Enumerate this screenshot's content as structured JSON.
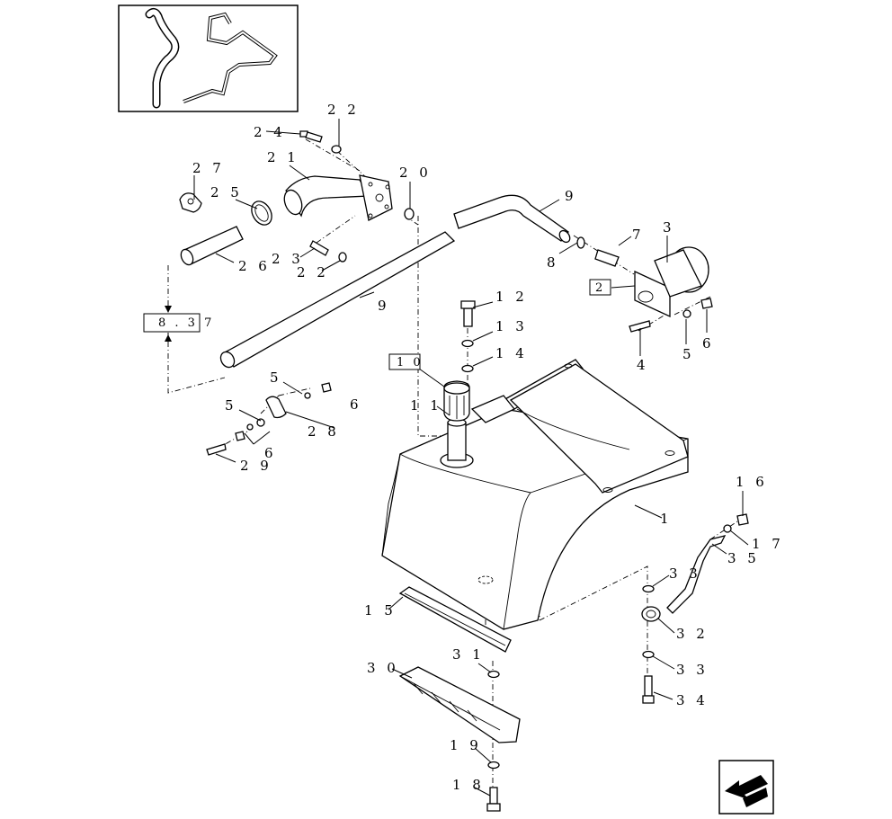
{
  "labels": {
    "l1": "1",
    "l3": "3",
    "l4": "4",
    "l5a": "5",
    "l5b": "5",
    "l5c": "5",
    "l6a": "6",
    "l6b": "6",
    "l6c": "6",
    "l7": "7",
    "l8": "8",
    "l9a": "9",
    "l9b": "9",
    "l11": "1 1",
    "l12": "1 2",
    "l13": "1 3",
    "l14": "1 4",
    "l15": "1 5",
    "l16": "1 6",
    "l17": "1 7",
    "l18": "1 8",
    "l19": "1 9",
    "l20": "2 0",
    "l21": "2 1",
    "l22a": "2 2",
    "l22b": "2 2",
    "l23": "2 3",
    "l24": "2 4",
    "l25": "2 5",
    "l26": "2 6",
    "l27": "2 7",
    "l28": "2 8",
    "l29": "2 9",
    "l30": "3 0",
    "l31": "3 1",
    "l32": "3 2",
    "l33a": "3 3",
    "l33b": "3 3",
    "l34": "3 4",
    "l35": "3 5"
  },
  "boxed_labels": {
    "ref_box": "8 . 3 7",
    "box10": "1 0",
    "box2": "2"
  },
  "icons": {
    "inset": "pipe-variants-inset",
    "nav": "previous-page-arrow-icon"
  }
}
